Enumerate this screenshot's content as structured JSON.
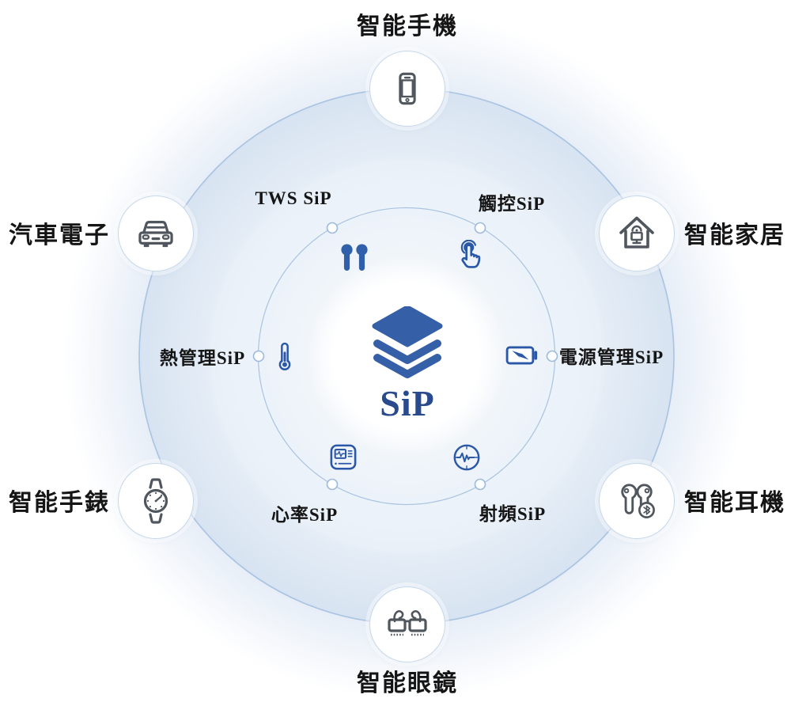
{
  "diagram": {
    "center": {
      "label": "SiP",
      "icon": "layers-icon"
    },
    "applications": [
      {
        "id": "smartphone",
        "label": "智能手機",
        "position": "top"
      },
      {
        "id": "automotive",
        "label": "汽車電子",
        "position": "upper-left"
      },
      {
        "id": "smart-home",
        "label": "智能家居",
        "position": "upper-right"
      },
      {
        "id": "smartwatch",
        "label": "智能手錶",
        "position": "lower-left"
      },
      {
        "id": "smart-earbuds",
        "label": "智能耳機",
        "position": "lower-right"
      },
      {
        "id": "smart-glasses",
        "label": "智能眼鏡",
        "position": "bottom"
      }
    ],
    "sip_types": [
      {
        "id": "tws",
        "label": "TWS SiP",
        "icon": "tws-earbuds-icon"
      },
      {
        "id": "touch",
        "label": "觸控SiP",
        "icon": "touch-icon"
      },
      {
        "id": "thermal",
        "label": "熱管理SiP",
        "icon": "thermometer-icon"
      },
      {
        "id": "power",
        "label": "電源管理SiP",
        "icon": "battery-icon"
      },
      {
        "id": "heart-rate",
        "label": "心率SiP",
        "icon": "heart-rate-monitor-icon"
      },
      {
        "id": "rf",
        "label": "射頻SiP",
        "icon": "rf-signal-icon"
      }
    ],
    "colors": {
      "icon_blue": "#2b58a6",
      "layers_blue": "#3560a8",
      "center_text_blue": "#2a4a8e",
      "ring_stroke": "#a9c3e2",
      "ring_fill_outer": "#d7e3f1",
      "ring_fill_inner": "#eef3fa",
      "outer_icon_gray": "#50565e",
      "label_color": "#151515"
    }
  }
}
